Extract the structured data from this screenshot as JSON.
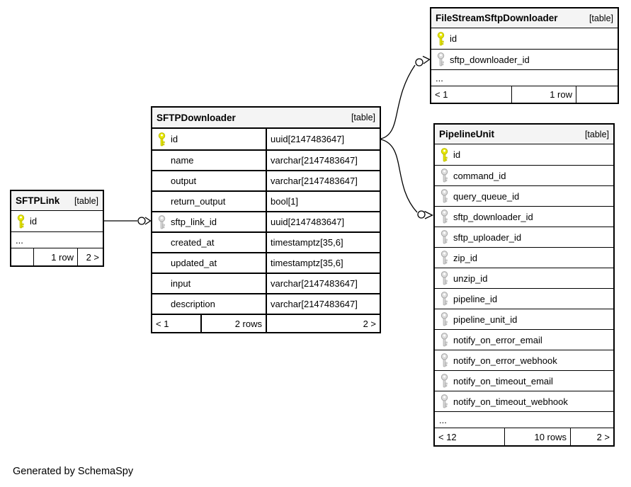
{
  "note": "Generated by SchemaSpy",
  "key_colors": {
    "primary_fill": "#e8e800",
    "primary_edge": "#b9b900",
    "foreign_fill": "#dcdcdc",
    "foreign_edge": "#a6a6a6"
  },
  "tables": [
    {
      "name": "SFTPLink",
      "tag": "[table]",
      "has_types": false,
      "columns": [
        {
          "name": "id",
          "key": "primary"
        }
      ],
      "ellipsis": "...",
      "footer": {
        "left": "",
        "mid": "1 row",
        "right": "2 >"
      }
    },
    {
      "name": "SFTPDownloader",
      "tag": "[table]",
      "has_types": true,
      "columns": [
        {
          "name": "id",
          "key": "primary",
          "type": "uuid[2147483647]"
        },
        {
          "name": "name",
          "key": "",
          "type": "varchar[2147483647]"
        },
        {
          "name": "output",
          "key": "",
          "type": "varchar[2147483647]"
        },
        {
          "name": "return_output",
          "key": "",
          "type": "bool[1]"
        },
        {
          "name": "sftp_link_id",
          "key": "foreign",
          "type": "uuid[2147483647]"
        },
        {
          "name": "created_at",
          "key": "",
          "type": "timestamptz[35,6]"
        },
        {
          "name": "updated_at",
          "key": "",
          "type": "timestamptz[35,6]"
        },
        {
          "name": "input",
          "key": "",
          "type": "varchar[2147483647]"
        },
        {
          "name": "description",
          "key": "",
          "type": "varchar[2147483647]"
        }
      ],
      "footer": {
        "left": "< 1",
        "mid": "2 rows",
        "right": "2 >"
      }
    },
    {
      "name": "FileStreamSftpDownloader",
      "tag": "[table]",
      "has_types": false,
      "columns": [
        {
          "name": "id",
          "key": "primary"
        },
        {
          "name": "sftp_downloader_id",
          "key": "foreign"
        }
      ],
      "ellipsis": "...",
      "footer": {
        "left": "< 1",
        "mid": "1 row",
        "right": ""
      }
    },
    {
      "name": "PipelineUnit",
      "tag": "[table]",
      "has_types": false,
      "columns": [
        {
          "name": "id",
          "key": "primary"
        },
        {
          "name": "command_id",
          "key": "foreign"
        },
        {
          "name": "query_queue_id",
          "key": "foreign"
        },
        {
          "name": "sftp_downloader_id",
          "key": "foreign"
        },
        {
          "name": "sftp_uploader_id",
          "key": "foreign"
        },
        {
          "name": "zip_id",
          "key": "foreign"
        },
        {
          "name": "unzip_id",
          "key": "foreign"
        },
        {
          "name": "pipeline_id",
          "key": "foreign"
        },
        {
          "name": "pipeline_unit_id",
          "key": "foreign"
        },
        {
          "name": "notify_on_error_email",
          "key": "foreign"
        },
        {
          "name": "notify_on_error_webhook",
          "key": "foreign"
        },
        {
          "name": "notify_on_timeout_email",
          "key": "foreign"
        },
        {
          "name": "notify_on_timeout_webhook",
          "key": "foreign"
        }
      ],
      "ellipsis": "...",
      "footer": {
        "left": "< 12",
        "mid": "10 rows",
        "right": "2 >"
      }
    }
  ]
}
